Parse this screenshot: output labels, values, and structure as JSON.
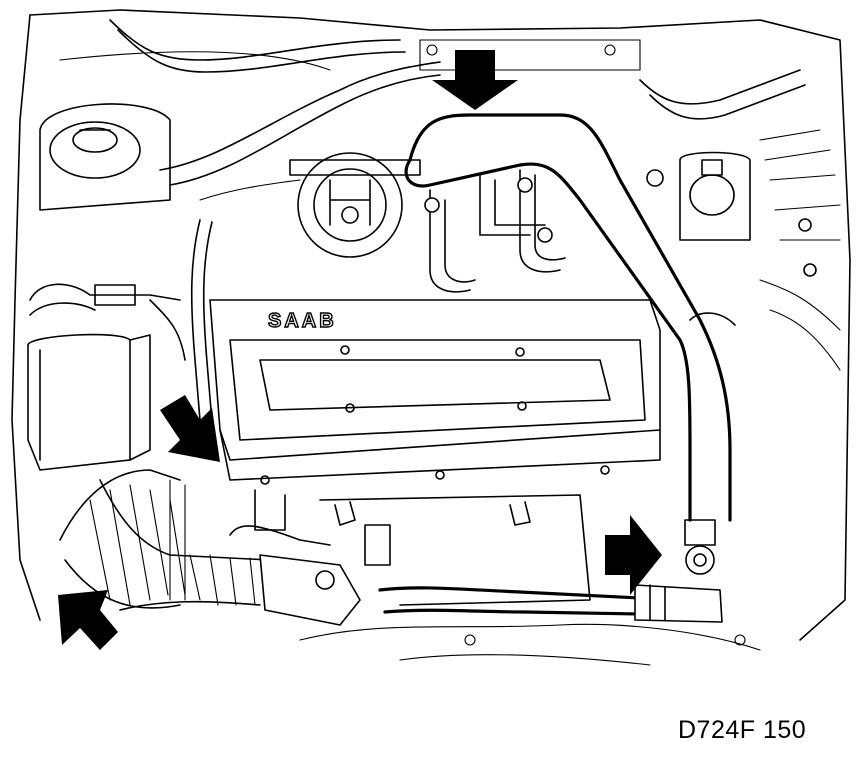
{
  "figure": {
    "code": "D724F 150",
    "brand_mark": "SAAB"
  },
  "arrows": [
    {
      "name": "top-arrow",
      "direction": "down"
    },
    {
      "name": "left-arrow",
      "direction": "down-right"
    },
    {
      "name": "bottom-left-arrow",
      "direction": "up-left"
    },
    {
      "name": "right-arrow",
      "direction": "right"
    }
  ],
  "colors": {
    "line": "#000000",
    "background": "#ffffff"
  }
}
